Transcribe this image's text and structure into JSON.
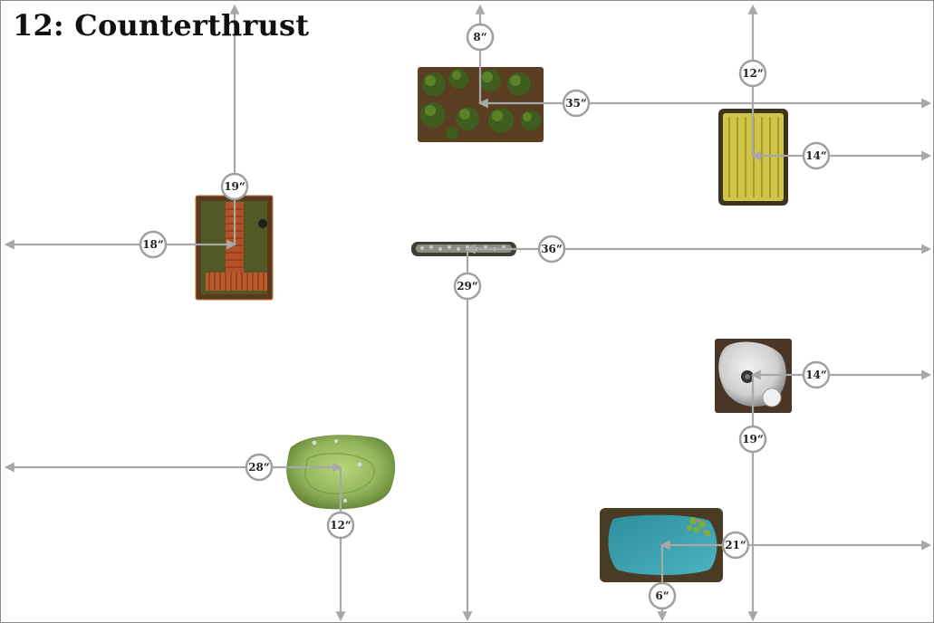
{
  "scenario": {
    "title": "12: Counterthrust"
  },
  "terrain": [
    {
      "name": "forest"
    },
    {
      "name": "wheat-field"
    },
    {
      "name": "farm-building"
    },
    {
      "name": "stone-wall"
    },
    {
      "name": "rocky-outcrop"
    },
    {
      "name": "hill"
    },
    {
      "name": "pond"
    }
  ],
  "measurements": [
    {
      "label": "8“"
    },
    {
      "label": "35“"
    },
    {
      "label": "12“"
    },
    {
      "label": "14“"
    },
    {
      "label": "19“"
    },
    {
      "label": "18“"
    },
    {
      "label": "36“"
    },
    {
      "label": "29“"
    },
    {
      "label": "14“"
    },
    {
      "label": "19“"
    },
    {
      "label": "28“"
    },
    {
      "label": "12“"
    },
    {
      "label": "21“"
    },
    {
      "label": "6“"
    }
  ],
  "colors": {
    "arrow": "#a8a8a8",
    "badge_border": "#a0a0a0",
    "badge_text": "#222222"
  }
}
